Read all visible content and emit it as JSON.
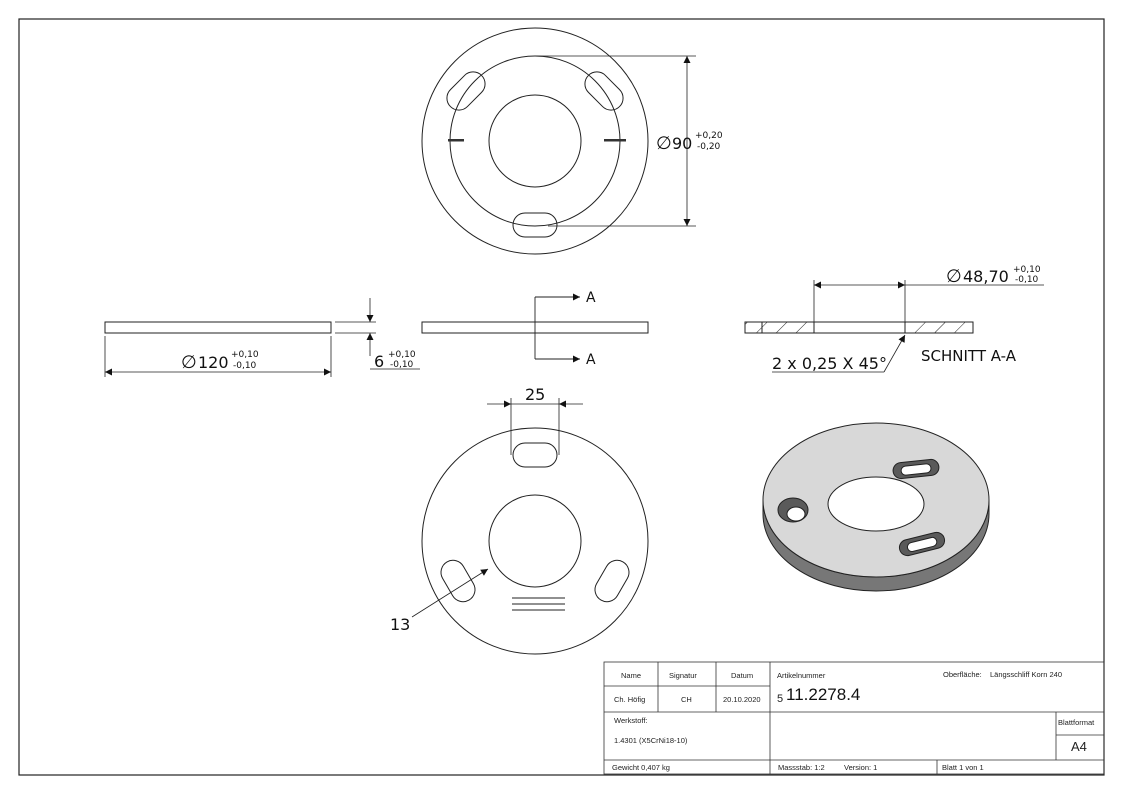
{
  "dims": {
    "d90": {
      "main": "90",
      "tol_plus": "+0,20",
      "tol_minus": "-0,20"
    },
    "d48": {
      "main": "48,70",
      "tol_plus": "+0,10",
      "tol_minus": "-0,10"
    },
    "d120": {
      "main": "120",
      "tol_plus": "+0,10",
      "tol_minus": "-0,10"
    },
    "t6": {
      "main": "6",
      "tol_plus": "+0,10",
      "tol_minus": "-0,10"
    },
    "w25": "25",
    "r13": "13",
    "chamfer": "2 x 0,25 X 45°"
  },
  "section": {
    "marker_top": "A",
    "marker_bottom": "A",
    "title": "SCHNITT A-A"
  },
  "titleblock": {
    "h_name": "Name",
    "h_sig": "Signatur",
    "h_date": "Datum",
    "h_art": "Artikelnummer",
    "h_surface": "Oberfläche:",
    "surface": "Längsschliff Korn 240",
    "name": "Ch. Höfig",
    "sig": "CH",
    "date": "20.10.2020",
    "art_prefix": "5",
    "article": "11.2278.4",
    "h_material": "Werkstoff:",
    "material": "1.4301 (X5CrNi18-10)",
    "h_format": "Blattformat",
    "format": "A4",
    "weight": "Gewicht 0,407 kg",
    "scale": "Massstab: 1:2",
    "version": "Version: 1",
    "sheet": "Blatt 1 von 1"
  }
}
